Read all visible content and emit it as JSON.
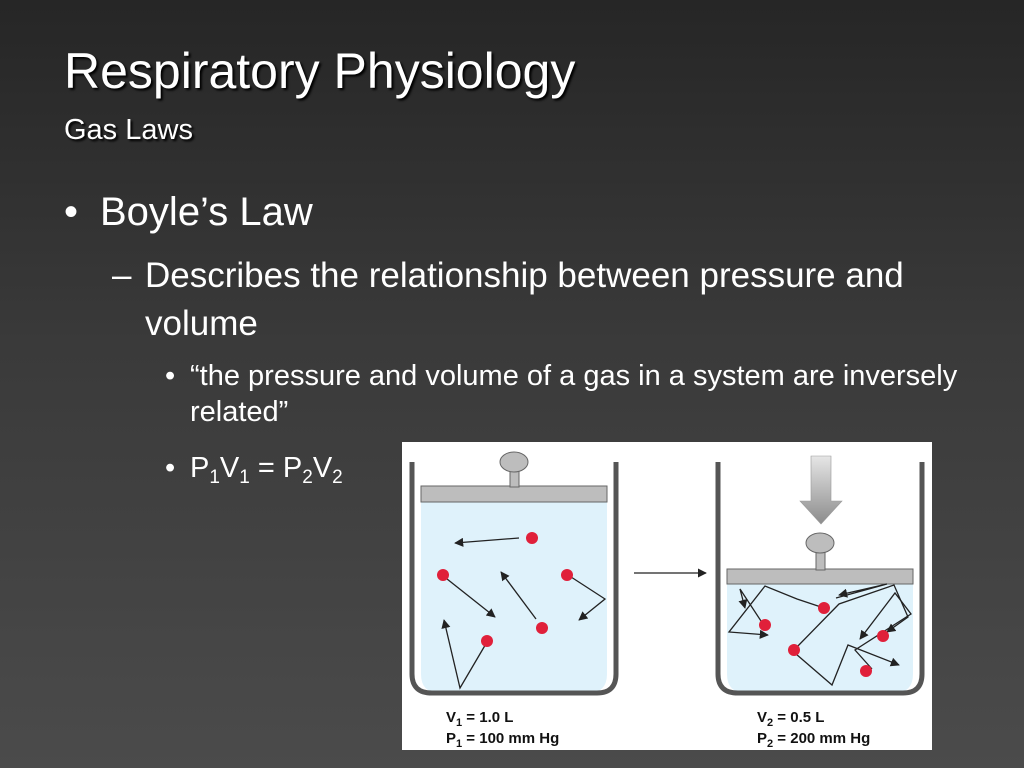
{
  "slide": {
    "title": "Respiratory Physiology",
    "subtitle": "Gas Laws"
  },
  "bullets": {
    "level1": {
      "marker": "•",
      "text": "Boyle’s Law"
    },
    "level2": {
      "marker": "–",
      "text": "Describes the relationship between pressure and volume"
    },
    "level3_quote": {
      "marker": "•",
      "text": "“the pressure and volume of a gas in a system are inversely related”"
    },
    "level3_formula": {
      "marker": "•",
      "p1": "P",
      "s1": "1",
      "v1": "V",
      "s2": "1",
      "eq": " = ",
      "p2": "P",
      "s3": "2",
      "v2": "V",
      "s4": "2"
    }
  },
  "figure": {
    "left_container": {
      "v_label": "V",
      "v_sub": "1",
      "v_value": " = 1.0 L",
      "p_label": "P",
      "p_sub": "1",
      "p_value": " = 100 mm Hg"
    },
    "right_container": {
      "v_label": "V",
      "v_sub": "2",
      "v_value": " = 0.5 L",
      "p_label": "P",
      "p_sub": "2",
      "p_value": " = 200 mm Hg"
    },
    "colors": {
      "gas": "#dff2fb",
      "piston": "#bdbdbd",
      "molecule": "#e0203a",
      "outline": "#555555",
      "arrow": "#222222"
    }
  }
}
